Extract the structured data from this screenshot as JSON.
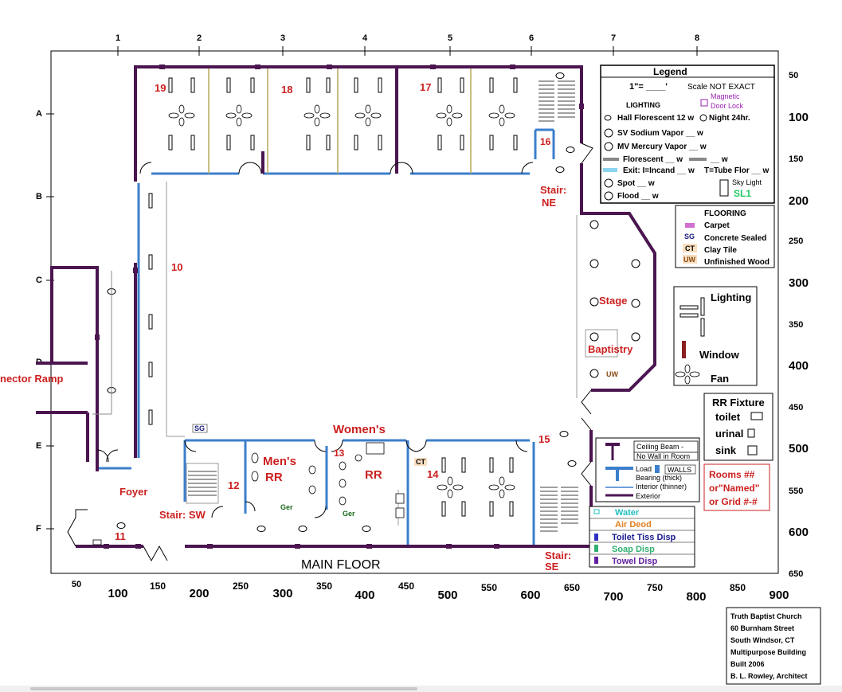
{
  "plan_title": "MAIN FLOOR",
  "grid": {
    "columns": [
      "1",
      "2",
      "3",
      "4",
      "5",
      "6",
      "7",
      "8"
    ],
    "rows": [
      "A",
      "B",
      "C",
      "D",
      "E",
      "F"
    ],
    "x_scale": [
      "50",
      "100",
      "150",
      "200",
      "250",
      "300",
      "350",
      "400",
      "450",
      "500",
      "550",
      "600",
      "650",
      "700",
      "750",
      "800",
      "850",
      "900"
    ],
    "y_scale": [
      "50",
      "100",
      "150",
      "200",
      "250",
      "300",
      "350",
      "400",
      "450",
      "500",
      "550",
      "600",
      "650"
    ]
  },
  "rooms": {
    "r19": "19",
    "r18": "18",
    "r17": "17",
    "r16": "16",
    "r10": "10",
    "r12": "12",
    "r13": "13",
    "r14": "14",
    "r15": "15",
    "r11": "11",
    "stair_ne_1": "Stair:",
    "stair_ne_2": "NE",
    "stair_se_1": "Stair:",
    "stair_se_2": "SE",
    "stair_sw": "Stair: SW",
    "foyer": "Foyer",
    "connector_ramp": "nector Ramp",
    "stage": "Stage",
    "baptistry": "Baptistry",
    "womens": "Women's",
    "womens_rr": "RR",
    "mens_1": "Men's",
    "mens_2": "RR"
  },
  "floor_tags": {
    "sg": "SG",
    "ct": "CT",
    "uw": "UW",
    "ger1": "Ger",
    "ger2": "Ger",
    "t": "T"
  },
  "legend": {
    "title": "Legend",
    "scale_prefix": "1\"= ____'",
    "scale_note": "Scale NOT EXACT",
    "mag_1": "Magnetic",
    "mag_2": "Door Lock",
    "lighting": "LIGHTING",
    "hall": "Hall Florescent 12 w",
    "night": "Night 24hr.",
    "sv": "SV Sodium Vapor __ w",
    "mv": "MV Mercury Vapor __ w",
    "flor": "Florescent __ w",
    "flor2": "__ w",
    "exit": "Exit: I=Incand __ w",
    "tube": "T=Tube Flor __ w",
    "spot": "Spot __ w",
    "sky": "Sky Light",
    "sl1": "SL1",
    "flood": "Flood __ w",
    "flooring": "FLOORING",
    "carpet": "Carpet",
    "concrete": "Concrete Sealed",
    "clay": "Clay Tile",
    "unfinished": "Unfinished Wood",
    "sg_code": "SG",
    "ct_code": "CT",
    "uw_code": "UW"
  },
  "lighting_box": {
    "title": "Lighting",
    "window": "Window",
    "fan": "Fan"
  },
  "rr_fixture": {
    "title": "RR Fixture",
    "toilet": "toilet",
    "urinal": "urinal",
    "sink": "sink"
  },
  "walls_box": {
    "beam_1": "Ceiling Beam -",
    "beam_2": "No Wall in Room",
    "load": "Load",
    "walls": "WALLS",
    "bearing": "Bearing (thick)",
    "interior": "Interior (thinner)",
    "exterior": "Exterior"
  },
  "rooms_box": {
    "line1": "Rooms ##",
    "line2": "or\"Named\"",
    "line3": "or Grid #-#"
  },
  "dispensers": {
    "water": "Water",
    "air": "Air Deod",
    "toilet_tiss": "Toilet Tiss Disp",
    "soap": "Soap Disp",
    "towel": "Towel Disp"
  },
  "title_block": {
    "line1": "Truth Baptist Church",
    "line2": "60 Burnham Street",
    "line3": "South Windsor, CT",
    "line4": "Multipurpose Building",
    "line5": "Built 2006",
    "line6": "B. L. Rowley, Architect"
  },
  "colors": {
    "wall": "#4b1550",
    "interior": "#3c7fcc",
    "room_label": "#cc2020",
    "legend_purple": "#9b1fb0",
    "sl1_green": "#22cc66"
  }
}
